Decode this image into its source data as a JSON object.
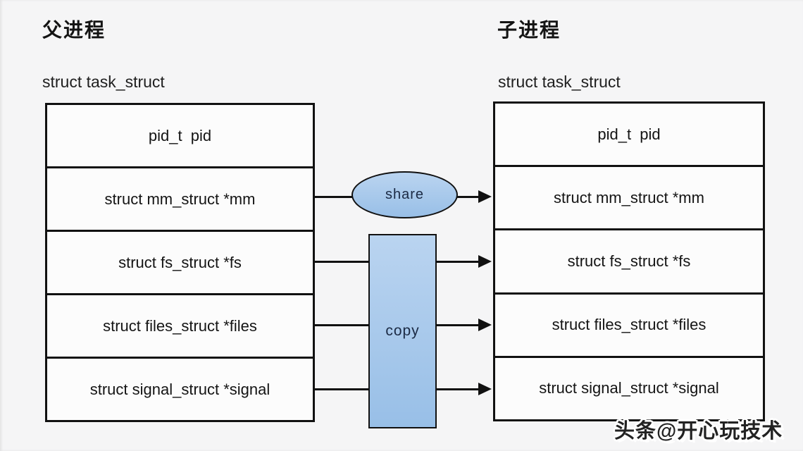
{
  "diagram": {
    "parent_process": {
      "title": "父进程",
      "struct_label": "struct task_struct",
      "fields": [
        "pid_t  pid",
        "struct mm_struct *mm",
        "struct fs_struct *fs",
        "struct files_struct *files",
        "struct signal_struct *signal"
      ]
    },
    "child_process": {
      "title": "子进程",
      "struct_label": "struct task_struct",
      "fields": [
        "pid_t  pid",
        "struct mm_struct *mm",
        "struct fs_struct *fs",
        "struct files_struct *files",
        "struct signal_struct *signal"
      ]
    },
    "operations": {
      "share_label": "share",
      "copy_label": "copy"
    },
    "watermark": "头条@开心玩技术",
    "colors": {
      "page_bg": "#f5f5f6",
      "table_bg": "#fcfcfc",
      "line": "#111111",
      "shape_fill_top": "#bad4f0",
      "shape_fill_bottom": "#98bfe7",
      "text": "#141414",
      "operation_text": "#1b2a44"
    }
  }
}
